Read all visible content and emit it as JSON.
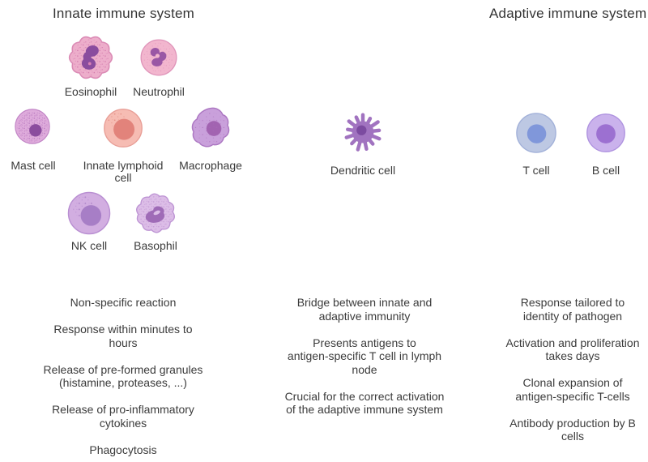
{
  "page": {
    "background": "#ffffff",
    "text_color": "#3b3b3b"
  },
  "titles": {
    "innate": "Innate immune system",
    "adaptive": "Adaptive immune system"
  },
  "cells": {
    "eosinophil": {
      "label": "Eosinophil",
      "body": "#EDAECB",
      "edge": "#DB8BB5",
      "nucleus": "#8A4C9E"
    },
    "neutrophil": {
      "label": "Neutrophil",
      "body": "#F2B6CE",
      "edge": "#E095BA",
      "nucleus": "#9A57A5"
    },
    "mast": {
      "label": "Mast cell",
      "body": "#DFACDC",
      "edge": "#C285C6",
      "nucleus": "#8B4C9E"
    },
    "ilc": {
      "label": "Innate lymphoid\ncell",
      "body": "#F6BCB3",
      "edge": "#E89E96",
      "nucleus": "#E2837B"
    },
    "macrophage": {
      "label": "Macrophage",
      "body": "#C9A0DB",
      "edge": "#AC77C2",
      "nucleus": "#A263B1"
    },
    "nk": {
      "label": "NK cell",
      "body": "#D2AEE1",
      "edge": "#B98FD2",
      "nucleus": "#A77EC6"
    },
    "basophil": {
      "label": "Basophil",
      "body": "#DCBDE7",
      "edge": "#BE95D4",
      "nucleus": "#9F6BB7"
    },
    "dendritic": {
      "label": "Dendritic cell",
      "body": "#A173C0",
      "edge": "#8F5FB2",
      "nucleus": "#7C4BA0"
    },
    "tcell": {
      "label": "T cell",
      "body": "#BDC8E3",
      "edge": "#A2B1D9",
      "nucleus": "#8097DA"
    },
    "bcell": {
      "label": "B cell",
      "body": "#CAB2EC",
      "edge": "#AE92DF",
      "nucleus": "#9C70D1"
    }
  },
  "notes": {
    "innate": [
      "Non-specific reaction",
      "Response within minutes to\nhours",
      "Release of pre-formed granules\n(histamine, proteases, ...)",
      "Release of pro-inflammatory\ncytokines",
      "Phagocytosis"
    ],
    "dendritic": [
      "Bridge between innate and\nadaptive immunity",
      "Presents antigens to\nantigen-specific T cell in lymph\nnode",
      "Crucial for the correct activation\nof the adaptive immune system"
    ],
    "adaptive": [
      "Response tailored to\nidentity of pathogen",
      "Activation and proliferation\ntakes days",
      "Clonal expansion of\nantigen-specific T-cells",
      "Antibody production by B\ncells"
    ]
  }
}
